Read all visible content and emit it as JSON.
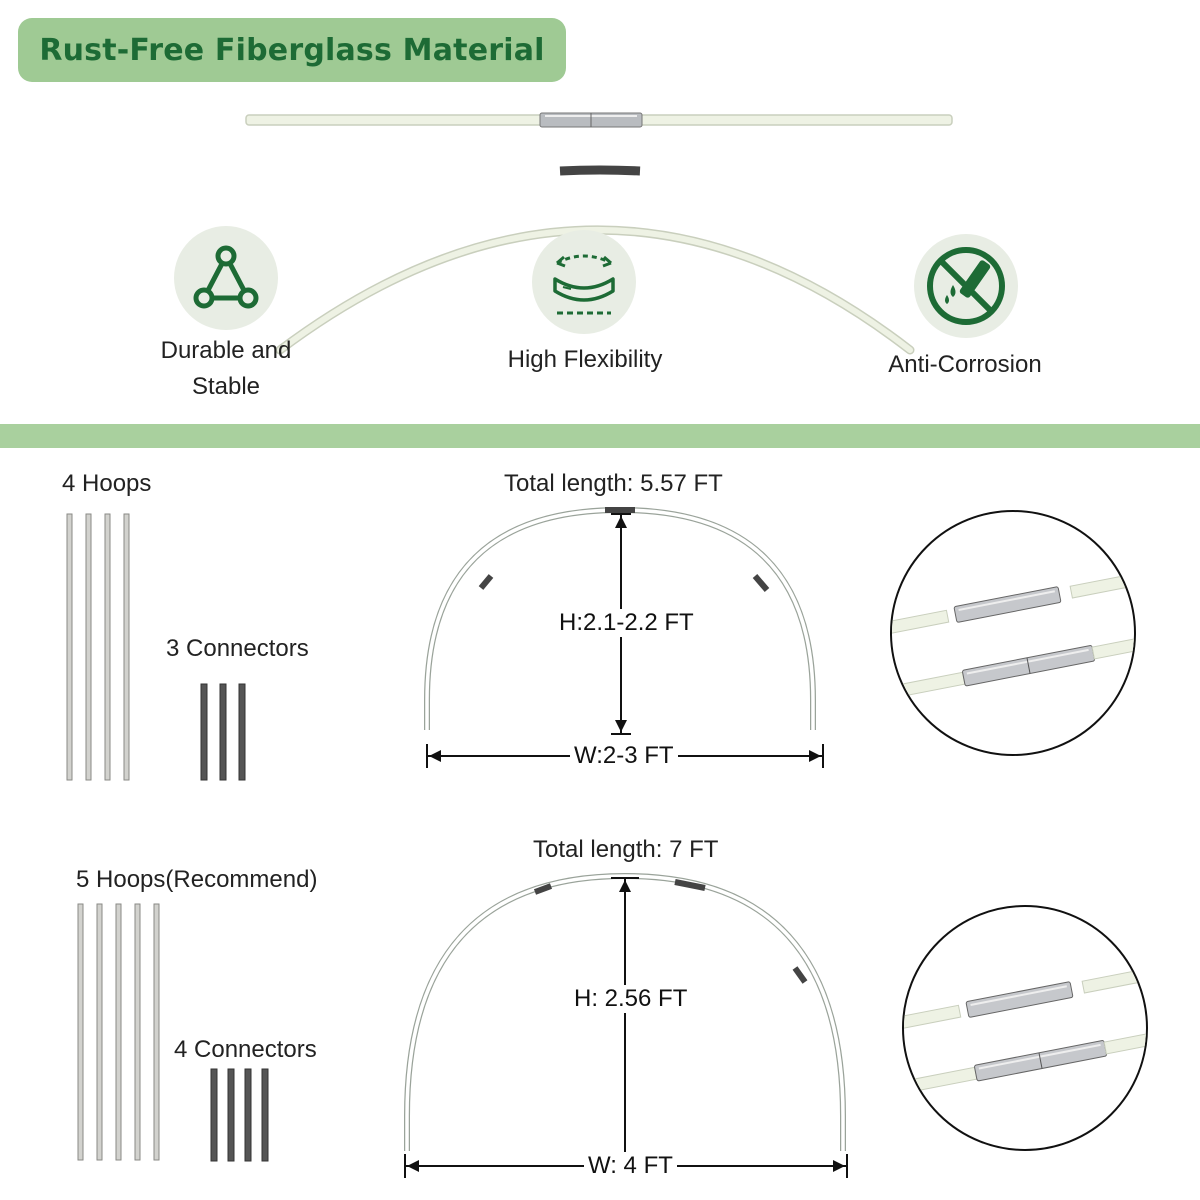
{
  "header": {
    "title": "Rust-Free Fiberglass Material"
  },
  "features": [
    {
      "icon": "triangle-nodes-icon",
      "label_line1": "Durable and",
      "label_line2": "Stable"
    },
    {
      "icon": "bend-arrows-icon",
      "label": "High Flexibility"
    },
    {
      "icon": "no-corrosion-icon",
      "label": "Anti-Corrosion"
    }
  ],
  "set_small": {
    "hoops_label": "4 Hoops",
    "connectors_label": "3 Connectors",
    "total_length": "Total length: 5.57 FT",
    "height": "H:2.1-2.2 FT",
    "width": "W:2-3 FT"
  },
  "set_large": {
    "hoops_label": "5 Hoops(Recommend)",
    "connectors_label": "4 Connectors",
    "total_length": "Total length: 7 FT",
    "height": "H: 2.56 FT",
    "width": "W: 4 FT"
  },
  "colors": {
    "accent_green": "#1d6b35",
    "pill_green": "#9fca94",
    "divider_green": "#a9d09e",
    "fiberglass": "#eef2e4"
  }
}
